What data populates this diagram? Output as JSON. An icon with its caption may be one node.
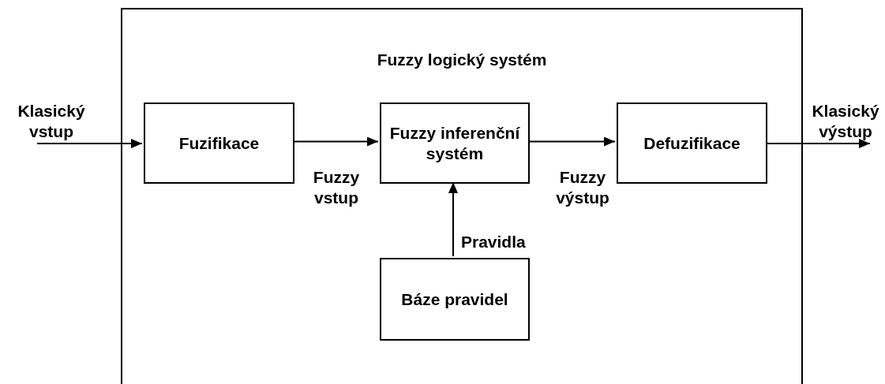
{
  "diagram": {
    "nodes": [
      {
        "text": [
          "Fuzzy logický systém"
        ]
      },
      {
        "text": [
          "Fuzifikace"
        ],
        "in": 0
      },
      {
        "text": [
          "Fuzzy inferenční systém"
        ],
        "in": 0
      },
      {
        "text": [
          "Defuzifikace"
        ],
        "in": 0
      },
      {
        "text": [
          "Báze pravidel"
        ],
        "in": 0
      }
    ],
    "edges": [
      {
        "from": null,
        "to": 1,
        "arrow": "to",
        "label": "Klasický vstup"
      },
      {
        "from": 1,
        "to": 2,
        "arrow": "to",
        "label": "Fuzzy vstup"
      },
      {
        "from": 2,
        "to": 3,
        "arrow": "to",
        "label": "Fuzzy výstup"
      },
      {
        "from": 3,
        "to": null,
        "arrow": "to",
        "label": "Klasický výstup"
      },
      {
        "from": 4,
        "to": 2,
        "arrow": "to",
        "label": "Pravidla"
      }
    ]
  }
}
